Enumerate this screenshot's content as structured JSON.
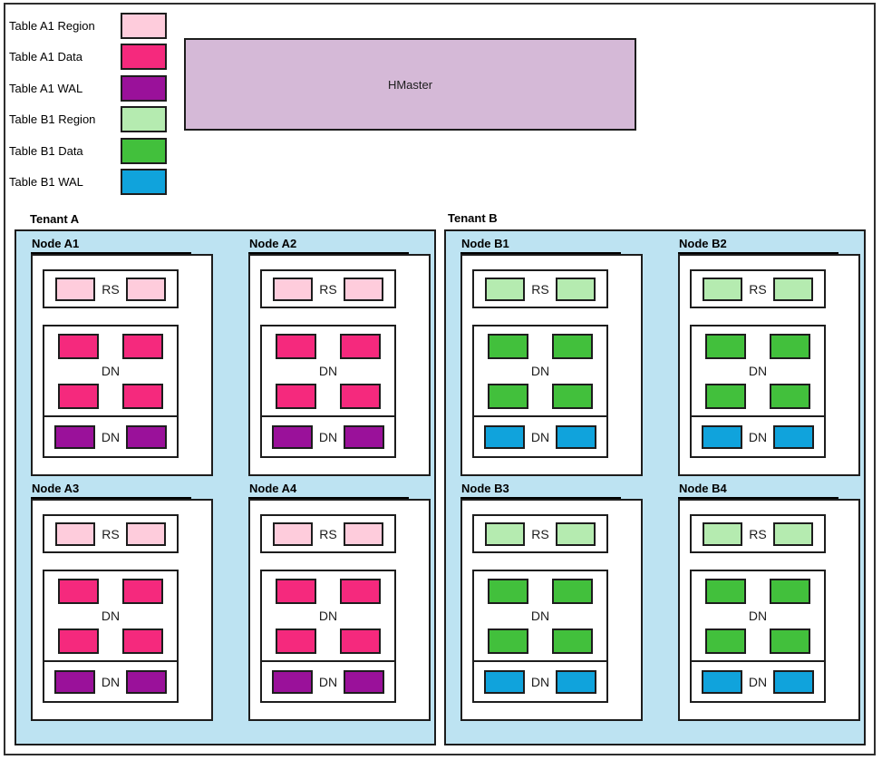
{
  "colors": {
    "a1_region": "#FECCDC",
    "a1_data": "#F5297D",
    "a1_wal": "#9A119A",
    "b1_region": "#B5EBB0",
    "b1_data": "#42C03C",
    "b1_wal": "#10A3DC",
    "hmaster_fill": "#D5B9D7",
    "tenant_fill": "#BDE3F2"
  },
  "legend": {
    "items": [
      {
        "label": "Table A1 Region",
        "color": "#FECCDC"
      },
      {
        "label": "Table A1 Data",
        "color": "#F5297D"
      },
      {
        "label": "Table A1 WAL",
        "color": "#9A119A"
      },
      {
        "label": "Table B1 Region",
        "color": "#B5EBB0"
      },
      {
        "label": "Table B1 Data",
        "color": "#42C03C"
      },
      {
        "label": "Table B1 WAL",
        "color": "#10A3DC"
      }
    ]
  },
  "hmaster": {
    "label": "HMaster"
  },
  "labels": {
    "rs": "RS",
    "dn": "DN"
  },
  "tenants": [
    {
      "label": "Tenant A",
      "nodes": [
        {
          "label": "Node A1"
        },
        {
          "label": "Node A2"
        },
        {
          "label": "Node A3"
        },
        {
          "label": "Node A4"
        }
      ]
    },
    {
      "label": "Tenant B",
      "nodes": [
        {
          "label": "Node B1"
        },
        {
          "label": "Node B2"
        },
        {
          "label": "Node B3"
        },
        {
          "label": "Node B4"
        }
      ]
    }
  ]
}
